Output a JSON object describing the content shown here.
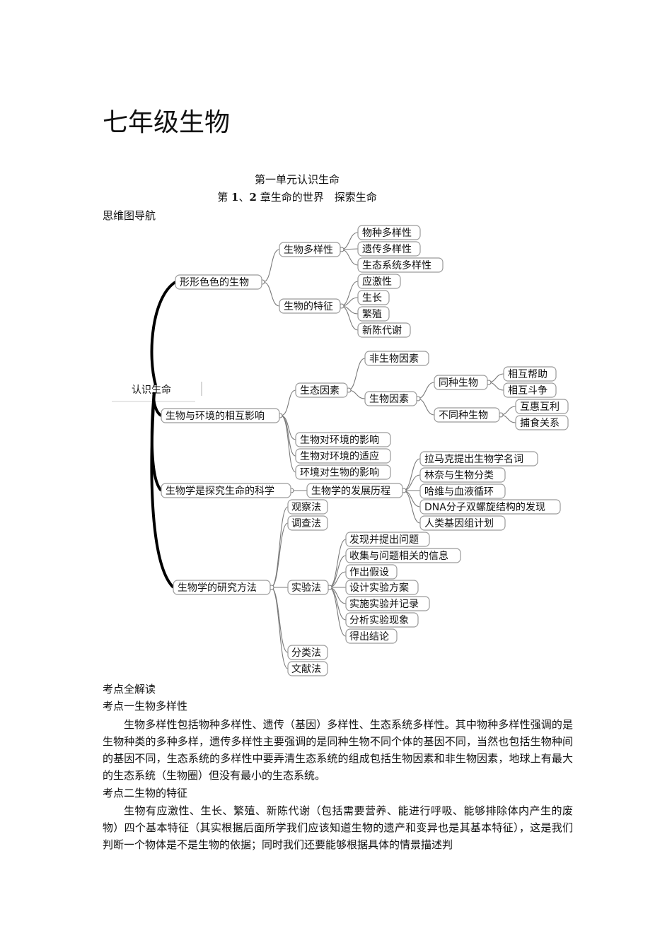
{
  "page_title": "七年级生物",
  "unit_title": "第一单元认识生命",
  "chapter_title": {
    "prefix": "第 ",
    "num1": "1",
    "sep": "、",
    "num2": "2",
    "suffix": " 章生命的世界　探索生命"
  },
  "mindmap_heading": "思维图导航",
  "mindmap": {
    "root": "认识生命",
    "branch_colorful": "形形色色的生物",
    "biodiversity": "生物多样性",
    "species_div": "物种多样性",
    "genetic_div": "遗传多样性",
    "eco_div": "生态系统多样性",
    "characteristics": "生物的特征",
    "irritability": "应激性",
    "growth": "生长",
    "reproduction": "繁殖",
    "metabolism": "新陈代谢",
    "branch_env": "生物与环境的相互影响",
    "eco_factors": "生态因素",
    "abiotic": "非生物因素",
    "biotic": "生物因素",
    "same_species": "同种生物",
    "mutual_help": "相互帮助",
    "mutual_fight": "相互斗争",
    "diff_species": "不同种生物",
    "mutualism": "互惠互利",
    "predation": "捕食关系",
    "bio_affect_env": "生物对环境的影响",
    "bio_adapt_env": "生物对环境的适应",
    "env_affect_bio": "环境对生物的影响",
    "branch_science": "生物学是探究生命的科学",
    "history": "生物学的发展历程",
    "lamarck": "拉马克提出生物学名词",
    "linnaeus": "林奈与生物分类",
    "harvey": "哈维与血液循环",
    "dna": "DNA分子双螺旋结构的发现",
    "genome": "人类基因组计划",
    "branch_methods": "生物学的研究方法",
    "observation": "观察法",
    "survey": "调查法",
    "experiment": "实验法",
    "step1": "发现并提出问题",
    "step2": "收集与问题相关的信息",
    "step3": "作出假设",
    "step4": "设计实验方案",
    "step5": "实施实验并记录",
    "step6": "分析实验现象",
    "step7": "得出结论",
    "classification": "分类法",
    "literature": "文献法"
  },
  "exam_points_title": "考点全解读",
  "point1": {
    "title": "考点一生物多样性",
    "body": "生物多样性包括物种多样性、遗传（基因）多样性、生态系统多样性。其中物种多样性强调的是生物种类的多种多样，遗传多样性主要强调的是同种生物不同个体的基因不同，当然也包括生物种间的基因不同，生态系统的多样性中要弄清生态系统的组成包括生物因素和非生物因素，地球上有最大的生态系统（生物圈）但没有最小的生态系统。"
  },
  "point2": {
    "title": "考点二生物的特征",
    "body": "生物有应激性、生长、繁殖、新陈代谢（包括需要营养、能进行呼吸、能够排除体内产生的废物）四个基本特征（其实根据后面所学我们应该知道生物的遗产和变异也是其基本特征），这是我们判断一个物体是不是生物的依据；同时我们还要能够根据具体的情景描述判"
  }
}
